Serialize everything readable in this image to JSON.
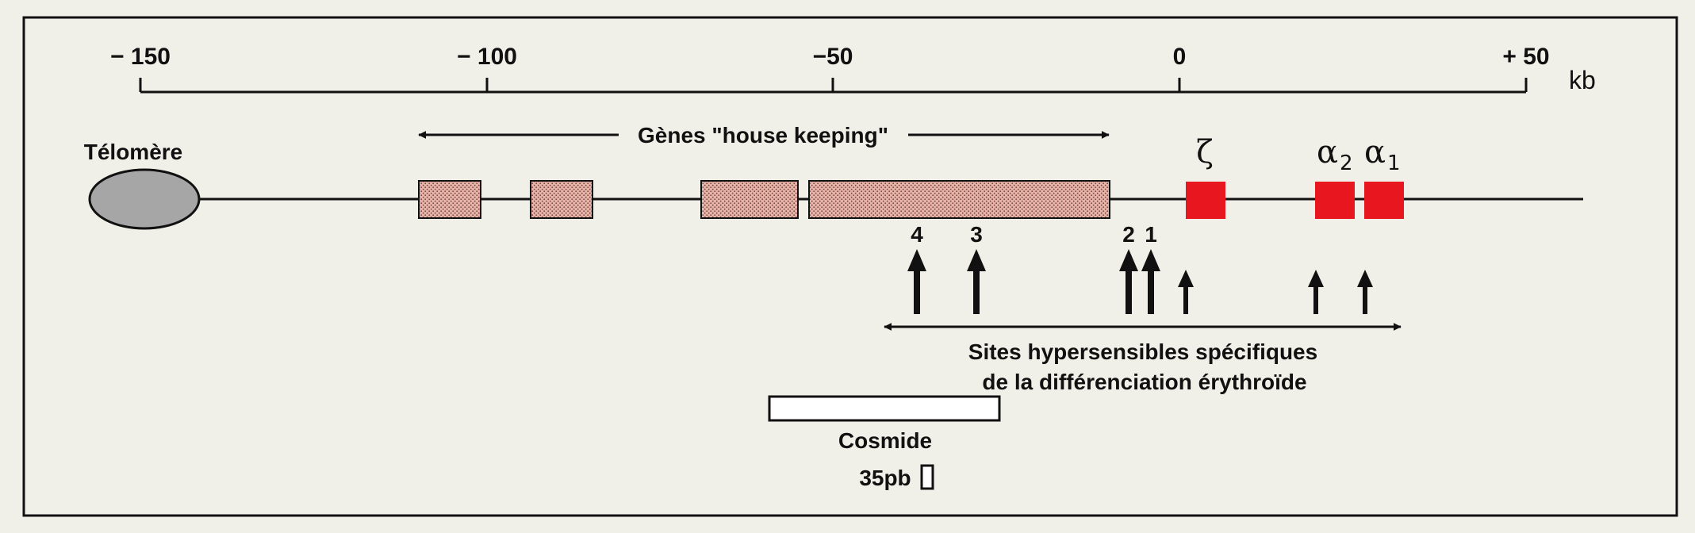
{
  "scale": {
    "unit": "kb",
    "ticks": [
      {
        "value": -150,
        "label": "− 150"
      },
      {
        "value": -100,
        "label": "− 100"
      },
      {
        "value": -50,
        "label": "−50"
      },
      {
        "value": 0,
        "label": "0"
      },
      {
        "value": 50,
        "label": "+ 50"
      }
    ]
  },
  "telomere": {
    "label": "Télomère",
    "color": "#a6a6a6"
  },
  "housekeeping": {
    "label": "Gènes \"house keeping\"",
    "color": "#eab3a8",
    "pattern": "stippled"
  },
  "globin_genes": {
    "color": "#e8171f",
    "zeta": {
      "symbol": "ζ"
    },
    "alpha2": {
      "symbol": "α",
      "subscript": "2"
    },
    "alpha1": {
      "symbol": "α",
      "subscript": "1"
    }
  },
  "hypersensitive_sites": {
    "line1": "Sites hypersensibles spécifiques",
    "line2": "de la différenciation érythroïde",
    "site_labels": [
      "4",
      "3",
      "2",
      "1"
    ]
  },
  "cosmide": {
    "label": "Cosmide"
  },
  "probe": {
    "label": "35pb"
  }
}
